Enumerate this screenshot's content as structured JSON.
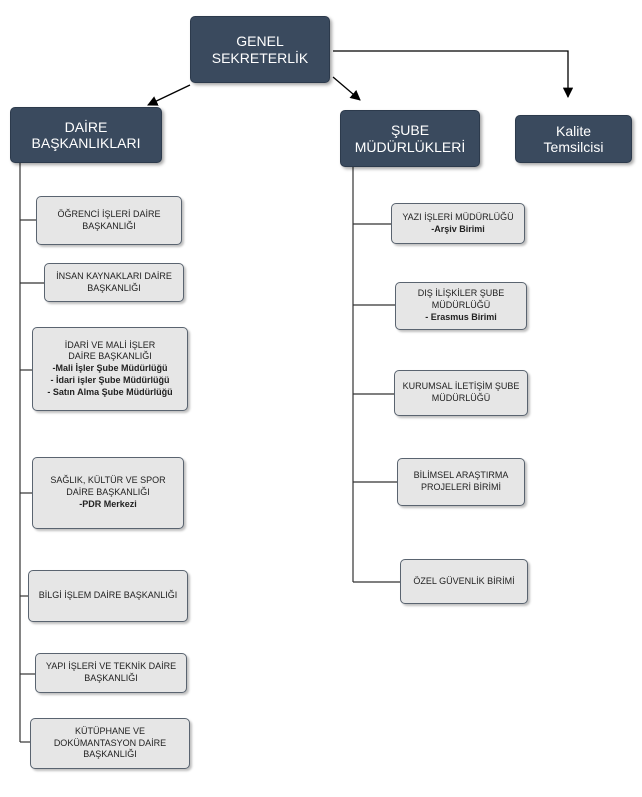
{
  "top": {
    "line1": "GENEL",
    "line2": "SEKRETERLİK"
  },
  "daire_header": {
    "line1": "DAİRE",
    "line2": "BAŞKANLIKLARI"
  },
  "sube_header": {
    "line1": "ŞUBE",
    "line2": "MÜDÜRLÜKLERİ"
  },
  "kalite": {
    "line1": "Kalite",
    "line2": "Temsilcisi"
  },
  "daire": [
    {
      "title": "ÖĞRENCİ İŞLERİ DAİRE BAŞKANLIĞI",
      "subs": []
    },
    {
      "title": "İNSAN KAYNAKLARI DAİRE BAŞKANLIĞI",
      "subs": []
    },
    {
      "title": "İDARİ VE MALİ İŞLER DAİRE BAŞKANLIĞI",
      "subs": [
        "-Mali İşler Şube Müdürlüğü",
        "- İdari işler Şube Müdürlüğü",
        "- Satın Alma Şube Müdürlüğü"
      ]
    },
    {
      "title": "SAĞLIK, KÜLTÜR VE SPOR DAİRE BAŞKANLIĞI",
      "subs": [
        "-PDR Merkezi"
      ]
    },
    {
      "title": "BİLGİ İŞLEM DAİRE BAŞKANLIĞI",
      "subs": []
    },
    {
      "title": "YAPI İŞLERİ VE TEKNİK DAİRE BAŞKANLIĞI",
      "subs": []
    },
    {
      "title": "KÜTÜPHANE VE DOKÜMANTASYON DAİRE BAŞKANLIĞI",
      "subs": []
    }
  ],
  "sube": [
    {
      "title": "YAZI İŞLERİ MÜDÜRLÜĞÜ",
      "subs": [
        "-Arşiv Birimi"
      ]
    },
    {
      "title": "DIŞ İLİŞKİLER ŞUBE MÜDÜRLÜĞÜ",
      "subs": [
        "- Erasmus Birimi"
      ]
    },
    {
      "title": "KURUMSAL İLETİŞİM ŞUBE MÜDÜRLÜĞÜ",
      "subs": []
    },
    {
      "title": "BİLİMSEL ARAŞTIRMA PROJELERİ BİRİMİ",
      "subs": []
    },
    {
      "title": "ÖZEL GÜVENLİK BİRİMİ",
      "subs": []
    }
  ]
}
